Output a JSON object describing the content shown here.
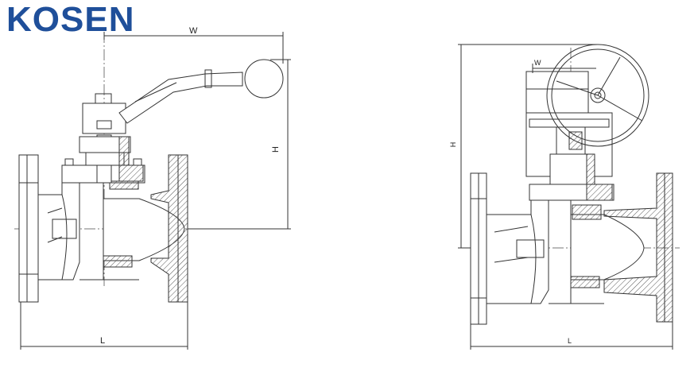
{
  "brand": {
    "name": "KOSEN",
    "color": "#1f4f9a"
  },
  "colors": {
    "line": "#333333",
    "hatch": "#555555",
    "center": "#777777"
  },
  "left_drawing": {
    "dim_width": "W",
    "dim_height": "H",
    "dim_length": "L"
  },
  "right_drawing": {
    "dim_width": "W",
    "dim_height": "H",
    "dim_length": "L"
  }
}
